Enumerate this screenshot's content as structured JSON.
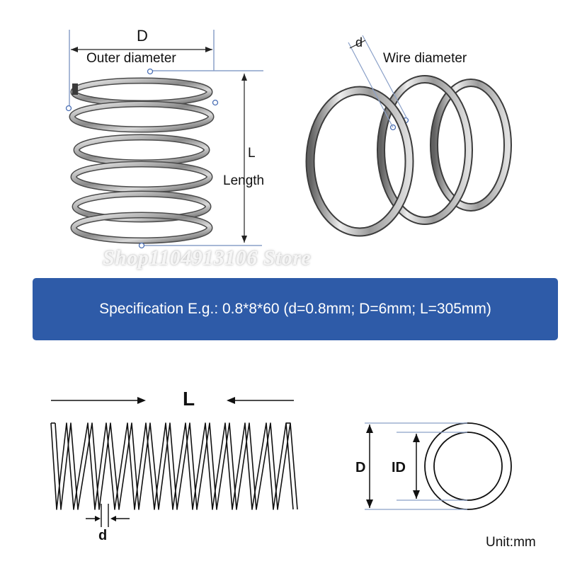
{
  "top": {
    "outer_dim_letter": "D",
    "outer_dim_label": "Outer diameter",
    "length_letter": "L",
    "length_label": "Length",
    "wire_letter": "d",
    "wire_label": "Wire diameter",
    "watermark": "Shop1104913106 Store"
  },
  "banner": {
    "text": "Specification E.g.: 0.8*8*60 (d=0.8mm; D=6mm; L=305mm)",
    "color": "#2e5ba8"
  },
  "diagram": {
    "length_letter": "L",
    "wire_letter": "d",
    "outer_letter": "D",
    "inner_letter": "ID",
    "unit": "Unit:mm"
  }
}
